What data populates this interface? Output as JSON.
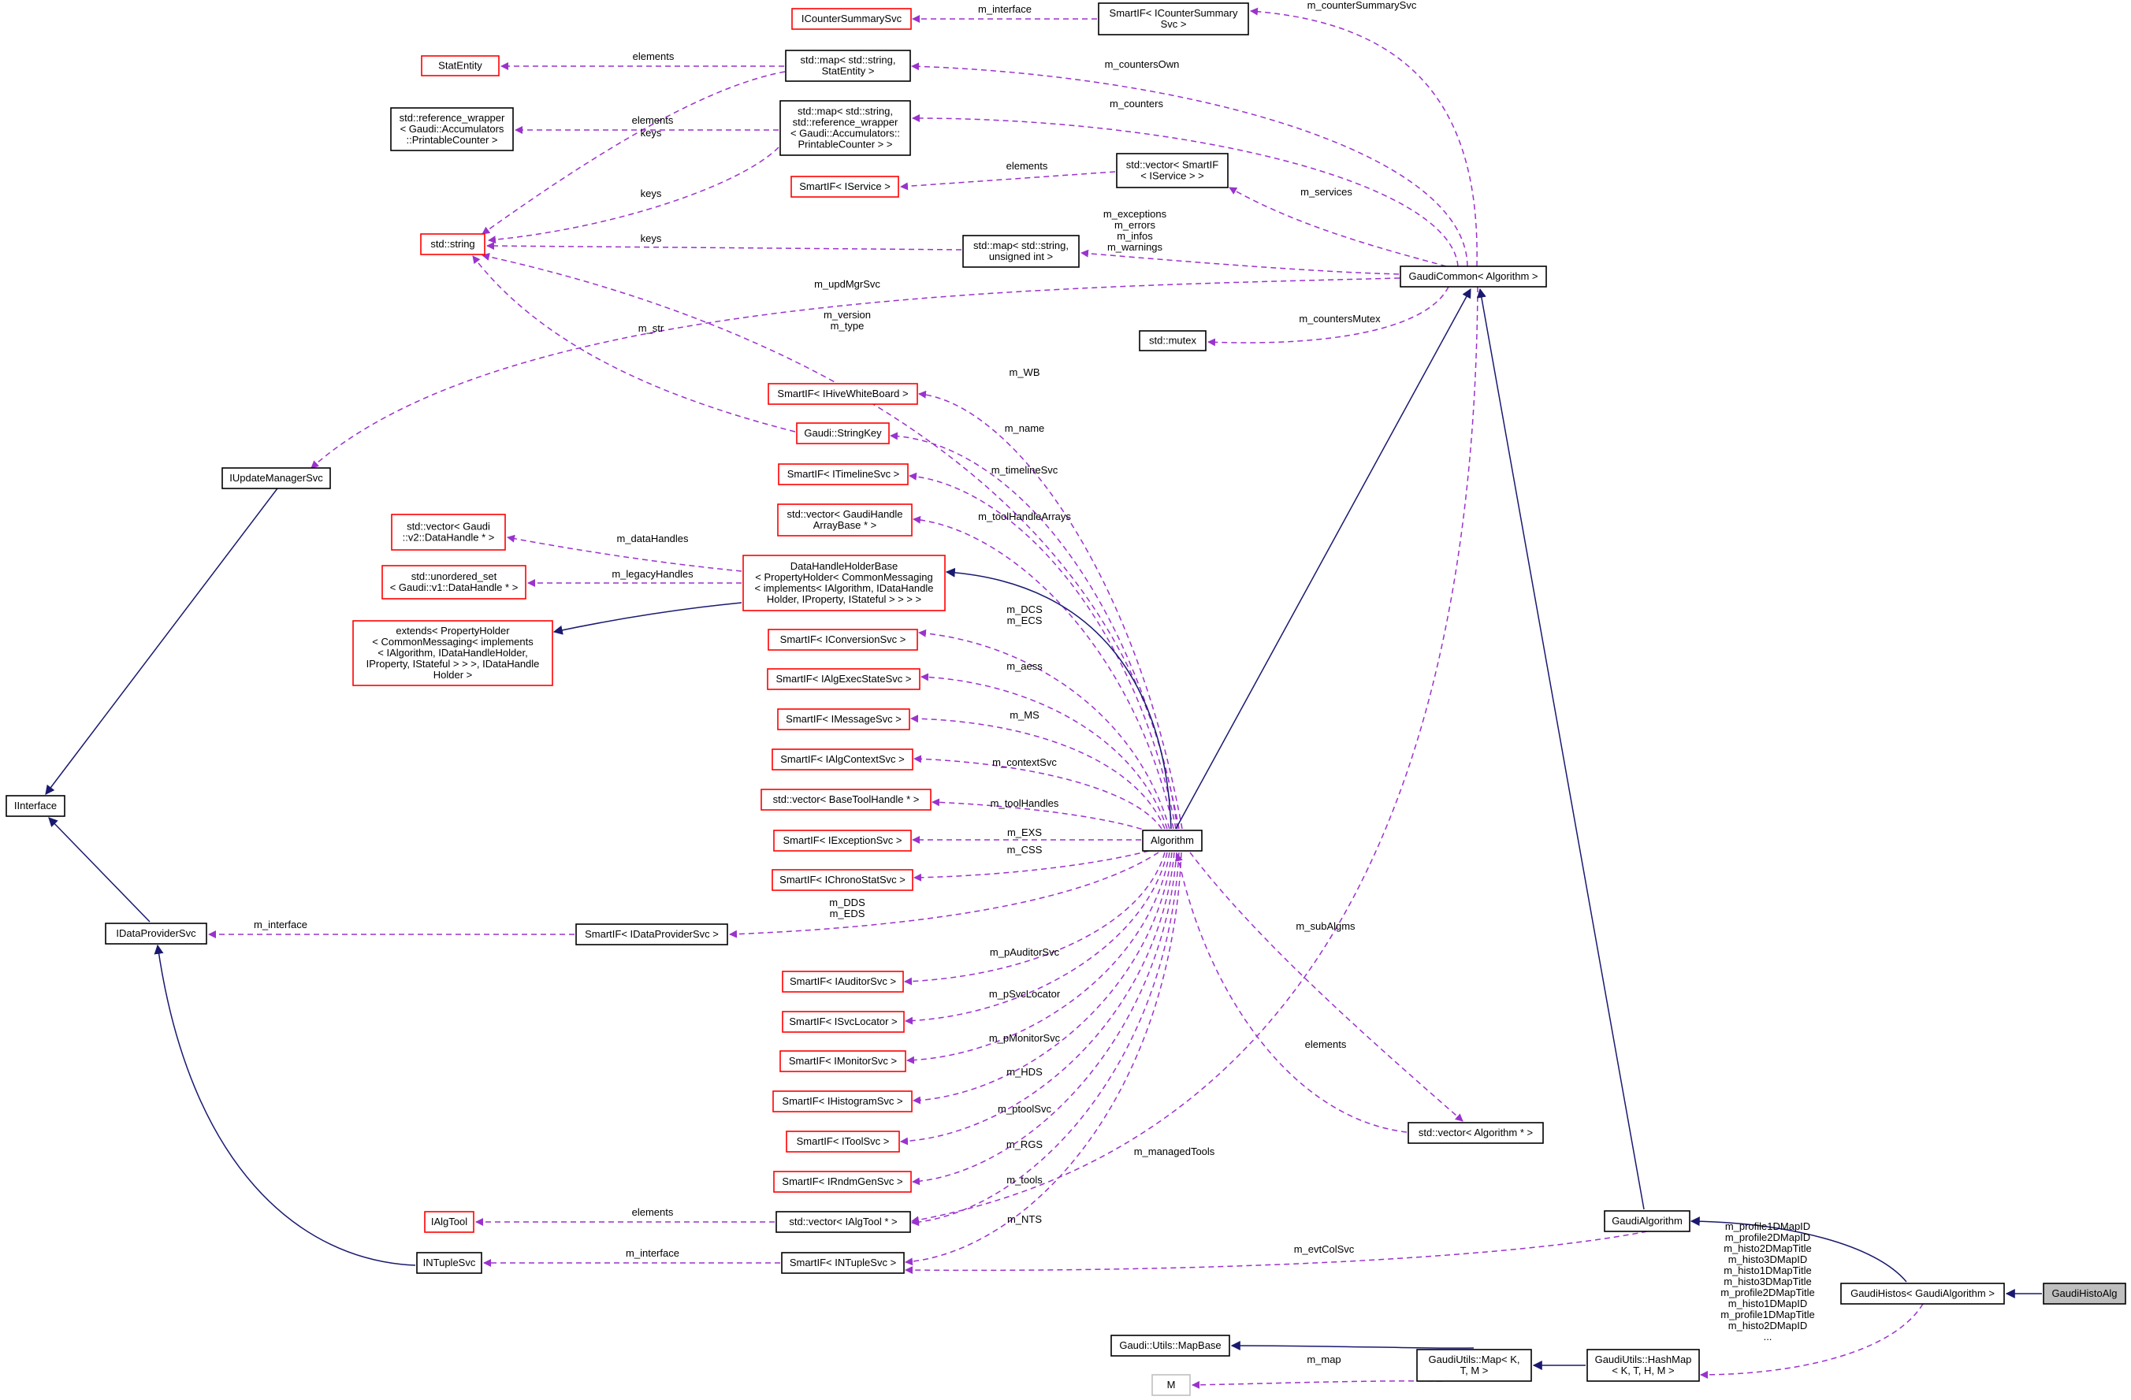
{
  "nodes": {
    "icountersummarysvc": {
      "lines": [
        "ICounterSummarySvc"
      ],
      "style": "red"
    },
    "smartif_icountersummary": {
      "lines": [
        "SmartIF< ICounterSummary",
        "Svc >"
      ],
      "style": "black"
    },
    "statentity": {
      "lines": [
        "StatEntity"
      ],
      "style": "red"
    },
    "map_string_statentity": {
      "lines": [
        "std::map< std::string,",
        "StatEntity >"
      ],
      "style": "black"
    },
    "reference_wrapper": {
      "lines": [
        "std::reference_wrapper",
        "< Gaudi::Accumulators",
        "::PrintableCounter >"
      ],
      "style": "black"
    },
    "map_string_refwrapper": {
      "lines": [
        "std::map< std::string,",
        "std::reference_wrapper",
        "< Gaudi::Accumulators::",
        "PrintableCounter > >"
      ],
      "style": "black"
    },
    "smartif_iservice": {
      "lines": [
        "SmartIF< IService >"
      ],
      "style": "red"
    },
    "vector_smartif_iservice": {
      "lines": [
        "std::vector< SmartIF",
        "< IService > >"
      ],
      "style": "black"
    },
    "std_string": {
      "lines": [
        "std::string"
      ],
      "style": "red"
    },
    "map_string_uint": {
      "lines": [
        "std::map< std::string,",
        "unsigned int >"
      ],
      "style": "black"
    },
    "gaudicommon": {
      "lines": [
        "GaudiCommon< Algorithm >"
      ],
      "style": "black"
    },
    "std_mutex": {
      "lines": [
        "std::mutex"
      ],
      "style": "black"
    },
    "smartif_ihivewhiteboard": {
      "lines": [
        "SmartIF< IHiveWhiteBoard >"
      ],
      "style": "red"
    },
    "gaudi_stringkey": {
      "lines": [
        "Gaudi::StringKey"
      ],
      "style": "red"
    },
    "iupdatemanagersvc": {
      "lines": [
        "IUpdateManagerSvc"
      ],
      "style": "black"
    },
    "smartif_itimelinesvc": {
      "lines": [
        "SmartIF< ITimelineSvc >"
      ],
      "style": "red"
    },
    "vector_gaudihandlearraybase": {
      "lines": [
        "std::vector< GaudiHandle",
        "ArrayBase * >"
      ],
      "style": "red"
    },
    "vector_datahandle": {
      "lines": [
        "std::vector< Gaudi",
        "::v2::DataHandle * >"
      ],
      "style": "red"
    },
    "unordered_set_datahandle": {
      "lines": [
        "std::unordered_set",
        "< Gaudi::v1::DataHandle * >"
      ],
      "style": "red"
    },
    "datahandleholderbase": {
      "lines": [
        "DataHandleHolderBase",
        "< PropertyHolder< CommonMessaging",
        "< implements< IAlgorithm, IDataHandle",
        "Holder, IProperty, IStateful > > > >"
      ],
      "style": "red"
    },
    "extends_propertyholder": {
      "lines": [
        "extends< PropertyHolder",
        "< CommonMessaging< implements",
        "< IAlgorithm, IDataHandleHolder,",
        "IProperty, IStateful > > >, IDataHandle",
        "Holder >"
      ],
      "style": "red"
    },
    "smartif_iconversionsvc": {
      "lines": [
        "SmartIF< IConversionSvc >"
      ],
      "style": "red"
    },
    "smartif_ialgexecstatesvc": {
      "lines": [
        "SmartIF< IAlgExecStateSvc >"
      ],
      "style": "red"
    },
    "smartif_imessagesvc": {
      "lines": [
        "SmartIF< IMessageSvc >"
      ],
      "style": "red"
    },
    "smartif_ialgcontextsvc": {
      "lines": [
        "SmartIF< IAlgContextSvc >"
      ],
      "style": "red"
    },
    "iinterface": {
      "lines": [
        "IInterface"
      ],
      "style": "black"
    },
    "vector_basetoolhandle": {
      "lines": [
        "std::vector< BaseToolHandle * >"
      ],
      "style": "red"
    },
    "algorithm": {
      "lines": [
        "Algorithm"
      ],
      "style": "black"
    },
    "smartif_iexceptionsvc": {
      "lines": [
        "SmartIF< IExceptionSvc >"
      ],
      "style": "red"
    },
    "smartif_ichronostatsvc": {
      "lines": [
        "SmartIF< IChronoStatSvc >"
      ],
      "style": "red"
    },
    "idataprovidersvc": {
      "lines": [
        "IDataProviderSvc"
      ],
      "style": "black"
    },
    "smartif_idataprovidersvc": {
      "lines": [
        "SmartIF< IDataProviderSvc >"
      ],
      "style": "black"
    },
    "smartif_iauditorsvc": {
      "lines": [
        "SmartIF< IAuditorSvc >"
      ],
      "style": "red"
    },
    "smartif_isvclocator": {
      "lines": [
        "SmartIF< ISvcLocator >"
      ],
      "style": "red"
    },
    "smartif_imonitorsvc": {
      "lines": [
        "SmartIF< IMonitorSvc >"
      ],
      "style": "red"
    },
    "smartif_ihistogramsvc": {
      "lines": [
        "SmartIF< IHistogramSvc >"
      ],
      "style": "red"
    },
    "vector_algorithm": {
      "lines": [
        "std::vector< Algorithm * >"
      ],
      "style": "black"
    },
    "smartif_itoolsvc": {
      "lines": [
        "SmartIF< IToolSvc >"
      ],
      "style": "red"
    },
    "smartif_irndmgensvc": {
      "lines": [
        "SmartIF< IRndmGenSvc >"
      ],
      "style": "red"
    },
    "ialgtool": {
      "lines": [
        "IAlgTool"
      ],
      "style": "red"
    },
    "vector_ialgtool": {
      "lines": [
        "std::vector< IAlgTool * >"
      ],
      "style": "black"
    },
    "gaudialgorithm": {
      "lines": [
        "GaudiAlgorithm"
      ],
      "style": "black"
    },
    "intuplesvc": {
      "lines": [
        "INTupleSvc"
      ],
      "style": "black"
    },
    "smartif_intuplesvc": {
      "lines": [
        "SmartIF< INTupleSvc >"
      ],
      "style": "black"
    },
    "gaudihistos": {
      "lines": [
        "GaudiHistos< GaudiAlgorithm >"
      ],
      "style": "black"
    },
    "gaudihistoalg": {
      "lines": [
        "GaudiHistoAlg"
      ],
      "style": "filled"
    },
    "mapbase": {
      "lines": [
        "Gaudi::Utils::MapBase"
      ],
      "style": "black"
    },
    "gaudiutils_map": {
      "lines": [
        "GaudiUtils::Map< K,",
        "T, M >"
      ],
      "style": "black"
    },
    "gaudiutils_hashmap": {
      "lines": [
        "GaudiUtils::HashMap",
        "< K, T, H, M >"
      ],
      "style": "black"
    },
    "m_node": {
      "lines": [
        "M"
      ],
      "style": "gray"
    }
  },
  "edge_labels": {
    "m_interface_top": [
      "m_interface"
    ],
    "m_counterSummarySvc": [
      "m_counterSummarySvc"
    ],
    "elements_statentity": [
      "elements"
    ],
    "m_countersOwn": [
      "m_countersOwn"
    ],
    "elements_refwrapper": [
      "elements"
    ],
    "keys_1": [
      "keys"
    ],
    "m_counters": [
      "m_counters"
    ],
    "keys_2": [
      "keys"
    ],
    "elements_iservice": [
      "elements"
    ],
    "m_services": [
      "m_services"
    ],
    "keys_3": [
      "keys"
    ],
    "m_exceptions": [
      "m_exceptions",
      "m_errors",
      "m_infos",
      "m_warnings"
    ],
    "m_updMgrSvc": [
      "m_updMgrSvc"
    ],
    "m_version": [
      "m_version",
      "m_type"
    ],
    "m_str": [
      "m_str"
    ],
    "m_countersMutex": [
      "m_countersMutex"
    ],
    "m_WB": [
      "m_WB"
    ],
    "m_name": [
      "m_name"
    ],
    "m_timelineSvc": [
      "m_timelineSvc"
    ],
    "m_toolHandleArrays": [
      "m_toolHandleArrays"
    ],
    "m_dataHandles": [
      "m_dataHandles"
    ],
    "m_legacyHandles": [
      "m_legacyHandles"
    ],
    "m_DCS": [
      "m_DCS",
      "m_ECS"
    ],
    "m_aess": [
      "m_aess"
    ],
    "m_MS": [
      "m_MS"
    ],
    "m_contextSvc": [
      "m_contextSvc"
    ],
    "m_toolHandles": [
      "m_toolHandles"
    ],
    "m_EXS": [
      "m_EXS"
    ],
    "m_CSS": [
      "m_CSS"
    ],
    "m_DDS": [
      "m_DDS",
      "m_EDS"
    ],
    "m_interface_dps": [
      "m_interface"
    ],
    "m_subAlgms": [
      "m_subAlgms"
    ],
    "m_pAuditorSvc": [
      "m_pAuditorSvc"
    ],
    "m_pSvcLocator": [
      "m_pSvcLocator"
    ],
    "m_pMonitorSvc": [
      "m_pMonitorSvc"
    ],
    "elements_algorithm": [
      "elements"
    ],
    "m_HDS": [
      "m_HDS"
    ],
    "m_ptoolSvc": [
      "m_ptoolSvc"
    ],
    "m_managedTools": [
      "m_managedTools"
    ],
    "m_RGS": [
      "m_RGS"
    ],
    "m_tools": [
      "m_tools"
    ],
    "elements_ialgtool": [
      "elements"
    ],
    "m_NTS": [
      "m_NTS"
    ],
    "m_interface_ntuple": [
      "m_interface"
    ],
    "m_evtColSvc": [
      "m_evtColSvc"
    ],
    "m_histo_maps": [
      "m_profile1DMapID",
      "m_profile2DMapID",
      "m_histo2DMapTitle",
      "m_histo3DMapID",
      "m_histo1DMapTitle",
      "m_histo3DMapTitle",
      "m_profile2DMapTitle",
      "m_histo1DMapID",
      "m_profile1DMapTitle",
      "m_histo2DMapID",
      "..."
    ],
    "m_map": [
      "m_map"
    ]
  },
  "colors": {
    "usage_edge": "#9a32cd",
    "inheritance_edge": "#191970",
    "documented_border": "#000000",
    "undocumented_border": "#ff0000",
    "external_border": "#bfbfbf",
    "highlight_fill": "#bfbfbf"
  }
}
